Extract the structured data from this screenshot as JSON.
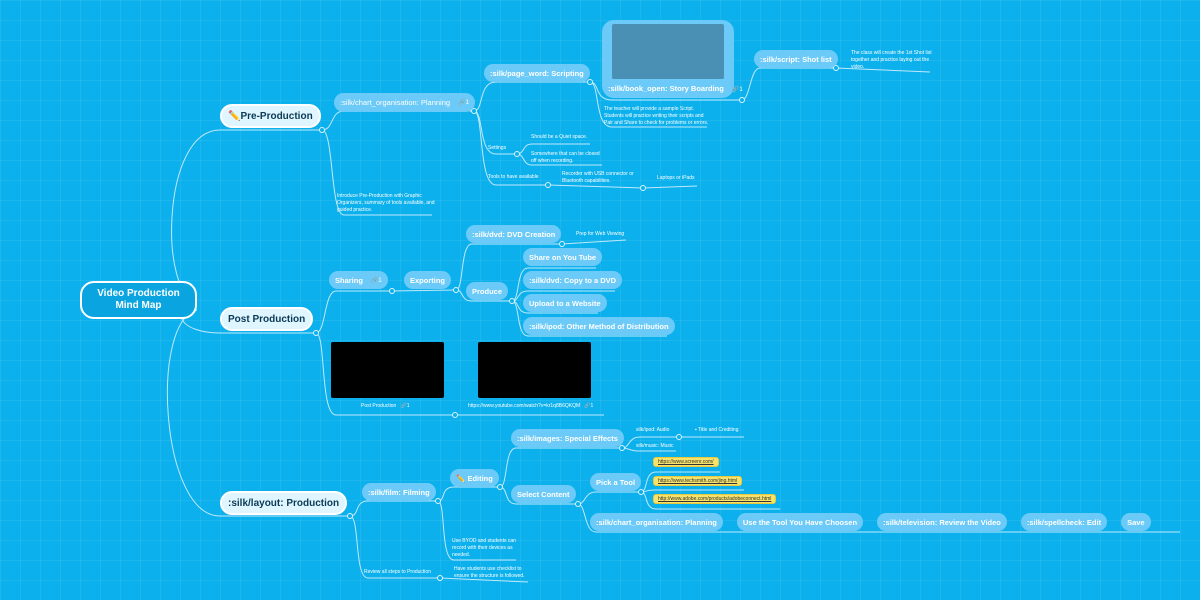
{
  "root": {
    "label": "Video Production Mind Map"
  },
  "pre": {
    "label": "Pre-Production",
    "icon": "pencil-icon",
    "planning": {
      "label": ":silk/chart_organisation: Planning",
      "attachments": "1"
    },
    "scripting": {
      "label": ":silk/page_word: Scripting"
    },
    "storyboard": {
      "label": ":silk/book_open: Story Boarding",
      "attachments": "1"
    },
    "shotlist": {
      "label": ":silk/script: Shot list",
      "note": "The class will create the 1st Shot list together and practice laying out the video."
    },
    "script_note": "The teacher will provide a sample Script. Students will practice writing their scripts and Pair and Share to check for problems or errors.",
    "settings": {
      "label": "Settings",
      "items": [
        "Should be a Quiet space.",
        "Somewhere that can be closed off when recording."
      ]
    },
    "tools": {
      "label": "Tools to have available",
      "item": "Recorder with USB connector or Bluetooth capabilities.",
      "sub": "Laptops or iPads"
    },
    "intro": "Introduce Pre-Production with Graphic Organizers, summary of tools available, and guided practice."
  },
  "post": {
    "label": "Post Production",
    "sharing": {
      "label": "Sharing",
      "attachments": "1"
    },
    "exporting": {
      "label": "Exporting"
    },
    "dvd": {
      "label": ":silk/dvd: DVD Creation",
      "note": "Prep for Web Viewing"
    },
    "produce": {
      "label": "Produce",
      "items": [
        "Share on You Tube",
        ":silk/dvd: Copy to a DVD",
        "Upload to a Website",
        ":silk/ipod: Other  Method of Distribution"
      ]
    },
    "video1": {
      "caption": "Post Production",
      "attachments": "1"
    },
    "video2": {
      "caption": "https://www.youtube.com/watch?v=kr1q8B6QKQM",
      "attachments": "1"
    }
  },
  "prod": {
    "label": ":silk/layout: Production",
    "filming": {
      "label": ":silk/film: Filming"
    },
    "editing": {
      "label": "Editing",
      "icon": "pencil-icon"
    },
    "effects": {
      "label": ":silk/images: Special Effects",
      "audio": "silk/ipod: Audio",
      "music": "silk/music: Music",
      "title": "Title and Crediting"
    },
    "select": {
      "label": "Select Content"
    },
    "pick": {
      "label": "Pick a Tool",
      "links": [
        "https://www.screenr.com/",
        "https://www.techsmith.com/jing.html",
        "http://www.adobe.com/products/adobeconnect.html"
      ]
    },
    "chain": [
      ":silk/chart_organisation: Planning",
      "Use the Tool You Have Choosen",
      ":silk/television: Review the Video",
      ":silk/spellcheck: Edit",
      "Save"
    ],
    "byod": "Use BYOD and students can record with their devices as needed.",
    "review": "Review all steps to Production",
    "checklist": "Have students use checklist to ensure the structure is followed."
  },
  "colors": {
    "background": "#0bb0ec",
    "node": "#6ccaf8",
    "link_bg": "#f7e36b",
    "main_node": "#dff5ff"
  }
}
